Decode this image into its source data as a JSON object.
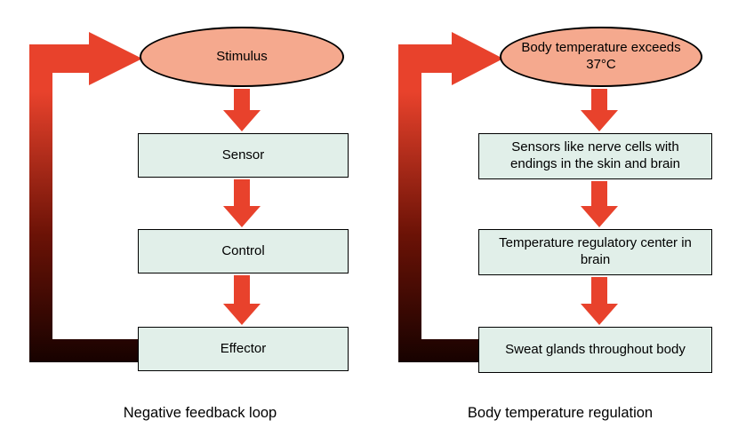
{
  "colors": {
    "arrow": "#e8422c",
    "loop_gradient_top": "#e8422c",
    "loop_gradient_mid": "#6b1206",
    "loop_gradient_bottom": "#170200",
    "ellipse_fill": "#f5a98e",
    "box_fill": "#e1efe9",
    "border": "#000000",
    "background": "#ffffff"
  },
  "left": {
    "stimulus": "Stimulus",
    "steps": [
      "Sensor",
      "Control",
      "Effector"
    ],
    "caption": "Negative feedback loop"
  },
  "right": {
    "stimulus": "Body temperature exceeds 37°C",
    "steps": [
      "Sensors like nerve cells with endings in the skin and brain",
      "Temperature regulatory center in brain",
      "Sweat glands throughout body"
    ],
    "caption": "Body temperature regulation"
  }
}
